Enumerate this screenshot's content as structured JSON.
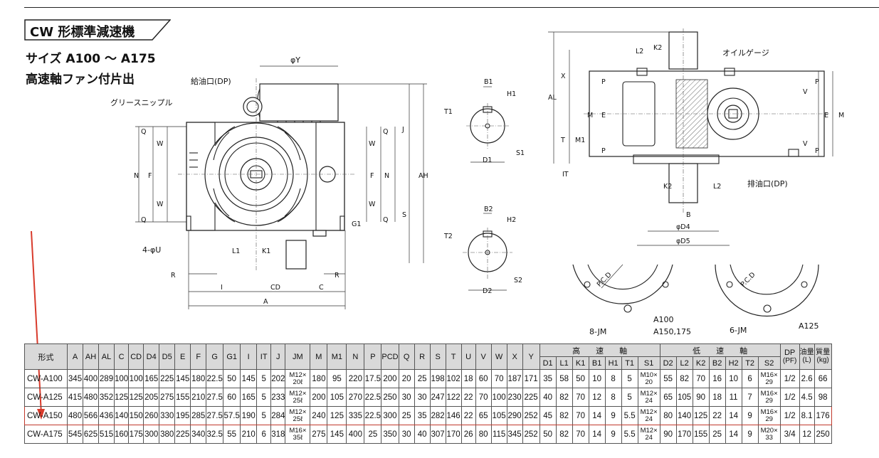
{
  "header": {
    "title": "CW 形標準減速機",
    "size_range": "サイズ A100 ～ A175",
    "subtitle": "高速軸ファン付片出"
  },
  "drawing_labels": {
    "phiY": "φY",
    "oil_inlet": "給油口(DP)",
    "grease_nipple": "グリースニップル",
    "oil_gauge": "オイルゲージ",
    "oil_drain": "排油口(DP)",
    "four_phiU": "4-φU",
    "Q": "Q",
    "W": "W",
    "N": "N",
    "F": "F",
    "J": "J",
    "S": "S",
    "AH": "AH",
    "G1": "G1",
    "L1": "L1",
    "K1": "K1",
    "R": "R",
    "I": "I",
    "CD": "CD",
    "C": "C",
    "A": "A",
    "B1": "B1",
    "H1": "H1",
    "T1": "T1",
    "D1": "D1",
    "S1": "S1",
    "B2": "B2",
    "H2": "H2",
    "T2": "T2",
    "D2": "D2",
    "S2": "S2",
    "L2": "L2",
    "K2": "K2",
    "X": "X",
    "AL": "AL",
    "T": "T",
    "M1": "M1",
    "IT": "IT",
    "P": "P",
    "M": "M",
    "E": "E",
    "V": "V",
    "B": "B",
    "phiD4": "φD4",
    "phiD5": "φD5",
    "PCD": "P.C.D",
    "eight_jm": "8-JM",
    "six_jm": "6-JM",
    "flange_left_1": "A100",
    "flange_left_2": "A150,175",
    "flange_right": "A125"
  },
  "table": {
    "group_high": "高　　速　　軸",
    "group_low": "低　　速　　軸",
    "head_model": "形式",
    "head_dp": "DP",
    "head_dp_sub": "(PF)",
    "head_oil": "油量",
    "head_oil_unit": "(L)",
    "head_mass": "質量",
    "head_mass_unit": "(kg)",
    "columns": [
      "A",
      "AH",
      "AL",
      "C",
      "CD",
      "D4",
      "D5",
      "E",
      "F",
      "G",
      "G1",
      "I",
      "IT",
      "J",
      "JM",
      "M",
      "M1",
      "N",
      "P",
      "PCD",
      "Q",
      "R",
      "S",
      "T",
      "U",
      "V",
      "W",
      "X",
      "Y"
    ],
    "high_cols": [
      "D1",
      "L1",
      "K1",
      "B1",
      "H1",
      "T1",
      "S1"
    ],
    "low_cols": [
      "D2",
      "L2",
      "K2",
      "B2",
      "H2",
      "T2",
      "S2"
    ],
    "rows": [
      {
        "model": "CW-A100",
        "v": [
          "345",
          "400",
          "289",
          "100",
          "100",
          "165",
          "225",
          "145",
          "180",
          "22.5",
          "50",
          "145",
          "5",
          "202",
          "M12×\n20ℓ",
          "180",
          "95",
          "220",
          "17.5",
          "200",
          "20",
          "25",
          "198",
          "102",
          "18",
          "60",
          "70",
          "187",
          "171"
        ],
        "hi": [
          "35",
          "58",
          "50",
          "10",
          "8",
          "5",
          "M10×\n20"
        ],
        "lo": [
          "55",
          "82",
          "70",
          "16",
          "10",
          "6",
          "M16×\n29"
        ],
        "dp": "1/2",
        "oil": "2.6",
        "mass": "66"
      },
      {
        "model": "CW-A125",
        "v": [
          "415",
          "480",
          "352",
          "125",
          "125",
          "205",
          "275",
          "155",
          "210",
          "27.5",
          "60",
          "165",
          "5",
          "233",
          "M12×\n25ℓ",
          "200",
          "105",
          "270",
          "22.5",
          "250",
          "30",
          "30",
          "247",
          "122",
          "22",
          "70",
          "100",
          "230",
          "225"
        ],
        "hi": [
          "40",
          "82",
          "70",
          "12",
          "8",
          "5",
          "M12×\n24"
        ],
        "lo": [
          "65",
          "105",
          "90",
          "18",
          "11",
          "7",
          "M16×\n29"
        ],
        "dp": "1/2",
        "oil": "4.5",
        "mass": "98"
      },
      {
        "model": "CW-A150",
        "v": [
          "480",
          "566",
          "436",
          "140",
          "150",
          "260",
          "330",
          "195",
          "285",
          "27.5",
          "57.5",
          "190",
          "5",
          "284",
          "M12×\n25ℓ",
          "240",
          "125",
          "335",
          "22.5",
          "300",
          "25",
          "35",
          "282",
          "146",
          "22",
          "65",
          "105",
          "290",
          "252"
        ],
        "hi": [
          "45",
          "82",
          "70",
          "14",
          "9",
          "5.5",
          "M12×\n24"
        ],
        "lo": [
          "80",
          "140",
          "125",
          "22",
          "14",
          "9",
          "M16×\n29"
        ],
        "dp": "1/2",
        "oil": "8.1",
        "mass": "176"
      },
      {
        "model": "CW-A175",
        "v": [
          "545",
          "625",
          "515",
          "160",
          "175",
          "300",
          "380",
          "225",
          "340",
          "32.5",
          "55",
          "210",
          "6",
          "318",
          "M16×\n35ℓ",
          "275",
          "145",
          "400",
          "25",
          "350",
          "30",
          "40",
          "307",
          "170",
          "26",
          "80",
          "115",
          "345",
          "252"
        ],
        "hi": [
          "50",
          "82",
          "70",
          "14",
          "9",
          "5.5",
          "M12×\n24"
        ],
        "lo": [
          "90",
          "170",
          "155",
          "25",
          "14",
          "9",
          "M20×\n33"
        ],
        "dp": "3/4",
        "oil": "12",
        "mass": "250"
      }
    ],
    "highlighted_row": "CW-A150"
  },
  "colors": {
    "highlight": "#c0392b",
    "header_bg": "#d9d9d9"
  }
}
